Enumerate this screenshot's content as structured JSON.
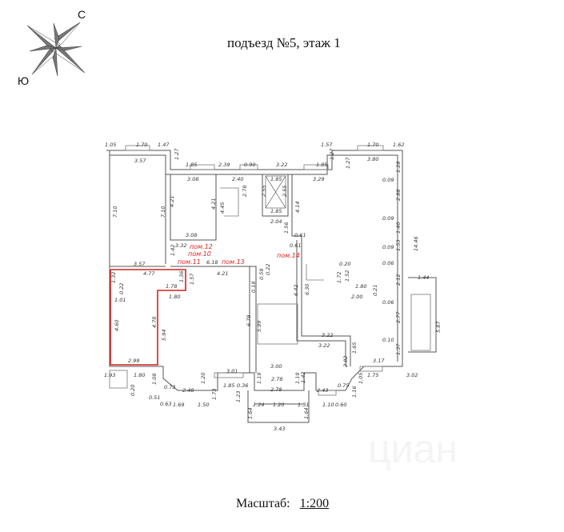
{
  "title": "подъезд №5, этаж 1",
  "compass": {
    "north": "С",
    "south": "Ю"
  },
  "scale": {
    "label": "Масштаб:",
    "value": "1:200"
  },
  "watermark": "циан",
  "rooms": [
    "пом.12",
    "пом.10",
    "пом.11",
    "пом.13",
    "пом.14"
  ],
  "highlight_color": "#d22222",
  "dims": [
    "1.05",
    "1.70",
    "1.47",
    "3.57",
    "1.27",
    "1.85",
    "2.39",
    "0.90",
    "3.22",
    "1.85",
    "3.08",
    "2.40",
    "1.85",
    "3.29",
    "1.57",
    "1.70",
    "1.62",
    "3.80",
    "1.27",
    "1.27",
    "1.28",
    "0.09",
    "2.88",
    "0.09",
    "1.40",
    "0.09",
    "1.53",
    "0.06",
    "2.12",
    "0.06",
    "2.77",
    "0.10",
    "1.37",
    "14.46",
    "1.44",
    "5.87",
    "3.17",
    "3.02",
    "1.75",
    "7.10",
    "7.10",
    "4.21",
    "4.21",
    "4.45",
    "2.78",
    "2.55",
    "2.55",
    "1.85",
    "2.04",
    "4.14",
    "1.56",
    "0.61",
    "0.61",
    "3.08",
    "3.32",
    "1.42",
    "3.57",
    "4.77",
    "6.18",
    "4.21",
    "0.22",
    "0.59",
    "0.18",
    "1.32",
    "1.36",
    "1.57",
    "1.78",
    "1.80",
    "0.22",
    "1.01",
    "4.60",
    "4.78",
    "5.94",
    "2.99",
    "6.79",
    "5.99",
    "6.42",
    "6.30",
    "0.20",
    "1.72",
    "1.52",
    "1.80",
    "2.00",
    "0.21",
    "3.22",
    "3.22",
    "1.65",
    "2.82",
    "1.93",
    "1.80",
    "1.08",
    "0.20",
    "0.73",
    "0.51",
    "0.63",
    "2.48",
    "1.20",
    "1.69",
    "1.50",
    "3.01",
    "1.85",
    "0.36",
    "1.73",
    "1.23",
    "3.00",
    "2.78",
    "1.19",
    "1.19",
    "1.42",
    "2.78",
    "2.43",
    "0.75",
    "1.05",
    "1.16",
    "1.24",
    "1.20",
    "1.31",
    "1.10",
    "0.60",
    "1.64",
    "1.64",
    "3.43"
  ]
}
